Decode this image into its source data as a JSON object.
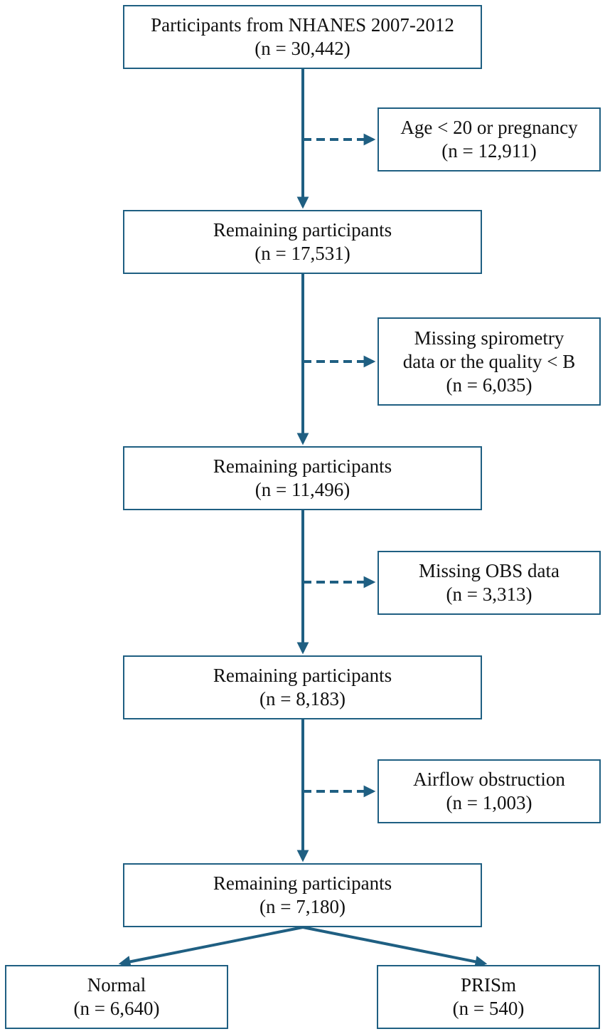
{
  "flow": {
    "start": {
      "title": "Participants from NHANES 2007-2012",
      "count": "(n = 30,442)"
    },
    "exclusion_1": {
      "line1": "Age < 20 or pregnancy",
      "count": "(n = 12,911)"
    },
    "remaining_1": {
      "title": "Remaining participants",
      "count": "(n = 17,531)"
    },
    "exclusion_2": {
      "line1": "Missing spirometry",
      "line2": "data or the quality < B",
      "count": "(n = 6,035)"
    },
    "remaining_2": {
      "title": "Remaining participants",
      "count": "(n = 11,496)"
    },
    "exclusion_3": {
      "line1": "Missing OBS data",
      "count": "(n = 3,313)"
    },
    "remaining_3": {
      "title": "Remaining participants",
      "count": "(n = 8,183)"
    },
    "exclusion_4": {
      "line1": "Airflow obstruction",
      "count": "(n = 1,003)"
    },
    "remaining_4": {
      "title": "Remaining participants",
      "count": "(n = 7,180)"
    },
    "group_normal": {
      "title": "Normal",
      "count": "(n = 6,640)"
    },
    "group_prism": {
      "title": "PRISm",
      "count": "(n = 540)"
    }
  },
  "colors": {
    "arrow": "#1f5f82",
    "box_border": "#1f5f82"
  }
}
